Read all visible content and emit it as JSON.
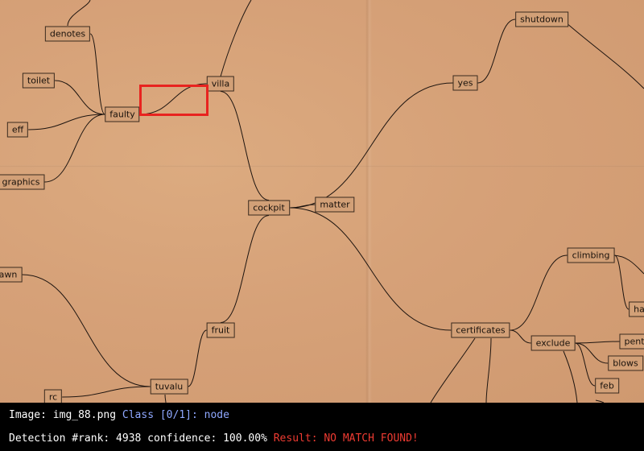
{
  "nodes": [
    {
      "id": "denotes",
      "label": "denotes"
    },
    {
      "id": "toilet",
      "label": "toilet"
    },
    {
      "id": "faulty",
      "label": "faulty"
    },
    {
      "id": "eff",
      "label": "eff"
    },
    {
      "id": "graphics",
      "label": "graphics"
    },
    {
      "id": "villa",
      "label": "villa"
    },
    {
      "id": "cockpit",
      "label": "cockpit"
    },
    {
      "id": "matter",
      "label": "matter"
    },
    {
      "id": "yes",
      "label": "yes"
    },
    {
      "id": "shutdown",
      "label": "shutdown"
    },
    {
      "id": "awn",
      "label": "awn"
    },
    {
      "id": "fruit",
      "label": "fruit"
    },
    {
      "id": "tuvalu",
      "label": "tuvalu"
    },
    {
      "id": "rc",
      "label": "rc"
    },
    {
      "id": "certificates",
      "label": "certificates"
    },
    {
      "id": "climbing",
      "label": "climbing"
    },
    {
      "id": "exclude",
      "label": "exclude"
    },
    {
      "id": "pent",
      "label": "pent"
    },
    {
      "id": "blows",
      "label": "blows"
    },
    {
      "id": "feb",
      "label": "feb"
    },
    {
      "id": "ha",
      "label": "ha"
    }
  ],
  "edges": [
    [
      "denotes",
      "faulty"
    ],
    [
      "toilet",
      "faulty"
    ],
    [
      "eff",
      "faulty"
    ],
    [
      "graphics",
      "faulty"
    ],
    [
      "faulty",
      "villa"
    ],
    [
      "villa",
      "cockpit"
    ],
    [
      "cockpit",
      "matter"
    ],
    [
      "cockpit",
      "yes"
    ],
    [
      "yes",
      "shutdown"
    ],
    [
      "cockpit",
      "fruit"
    ],
    [
      "fruit",
      "tuvalu"
    ],
    [
      "awn",
      "tuvalu"
    ],
    [
      "rc",
      "tuvalu"
    ],
    [
      "cockpit",
      "certificates"
    ],
    [
      "certificates",
      "climbing"
    ],
    [
      "certificates",
      "exclude"
    ],
    [
      "exclude",
      "pent"
    ],
    [
      "exclude",
      "blows"
    ],
    [
      "exclude",
      "feb"
    ],
    [
      "climbing",
      "ha"
    ]
  ],
  "status": {
    "image_label": "Image: img_88.png",
    "class_label": "Class [0/1]: node",
    "detection_label": "Detection #rank: 4938 confidence: 100.00%",
    "result_label": "Result: NO MATCH FOUND!"
  },
  "colors": {
    "highlight": "#e8231f",
    "edge": "#1e1510",
    "status_blue": "#8fa8ff",
    "status_red": "#ee3b32"
  }
}
